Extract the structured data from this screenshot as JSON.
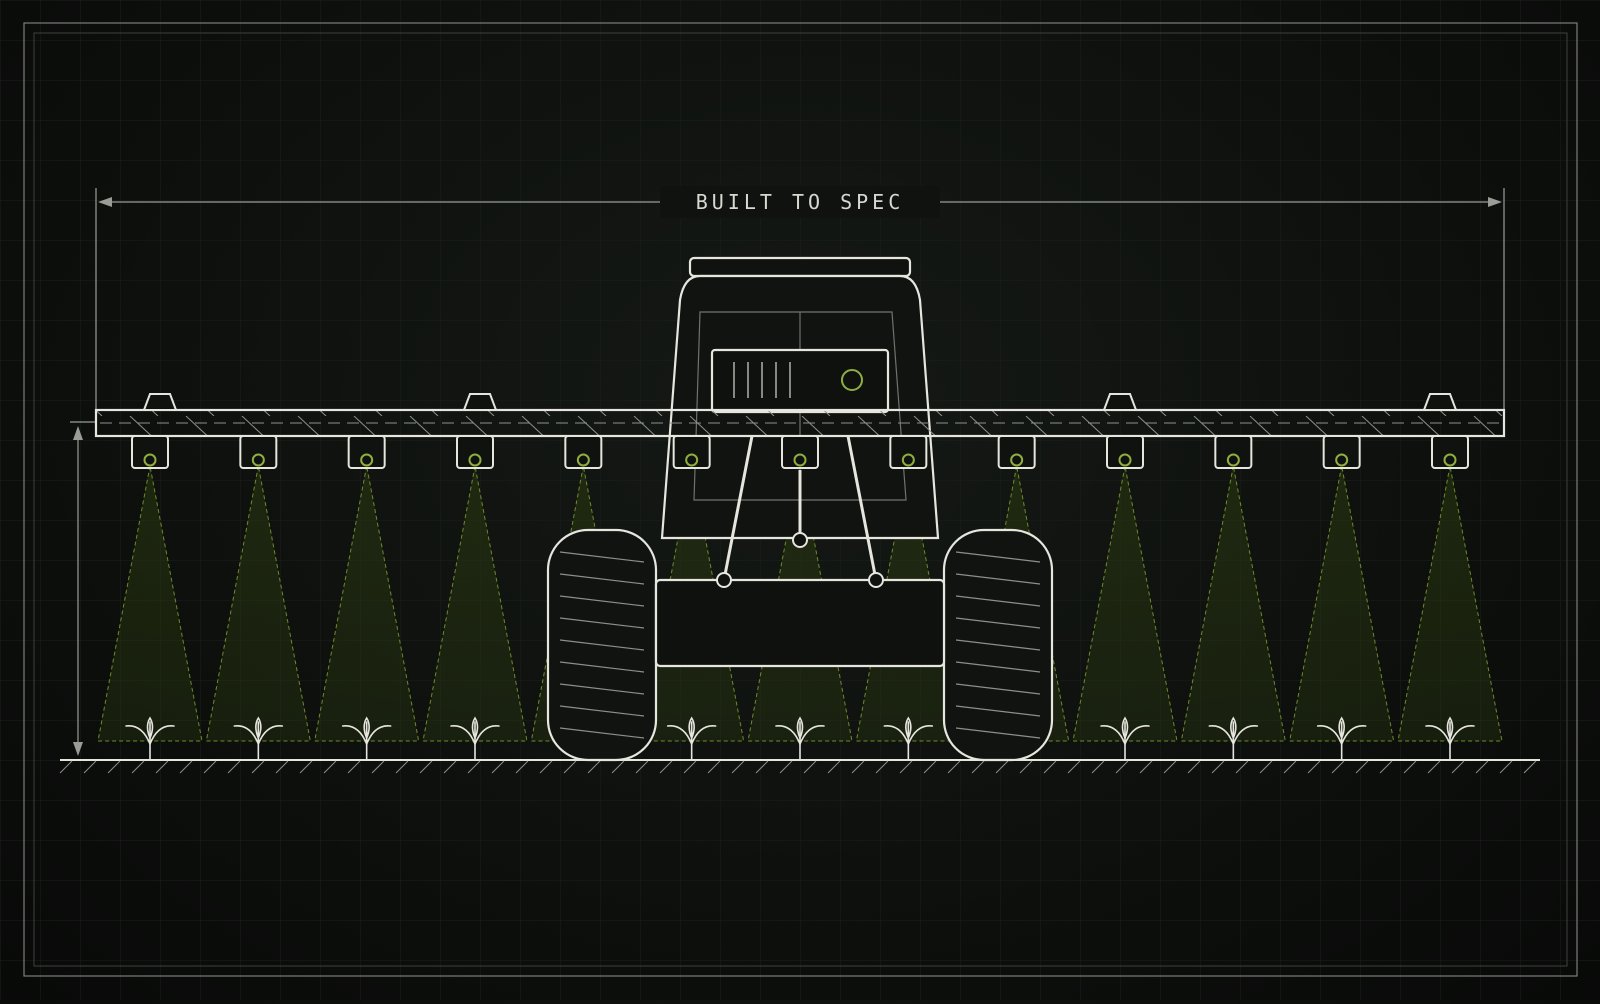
{
  "title": "BUILT TO SPEC",
  "colors": {
    "background": "#0d100d",
    "line": "#e6e6df",
    "dim_line": "#9a9d96",
    "grid": "#1a1f1a",
    "accent": "#8fae3f",
    "spray_fill": "#2a3a10"
  },
  "nozzle_count": 13,
  "nozzle_spacing": "equal",
  "icons": [
    "arrow-left-icon",
    "arrow-right-icon",
    "arrow-up-icon",
    "arrow-down-icon",
    "seedling-icon",
    "nozzle-icon",
    "indicator-light-icon"
  ]
}
